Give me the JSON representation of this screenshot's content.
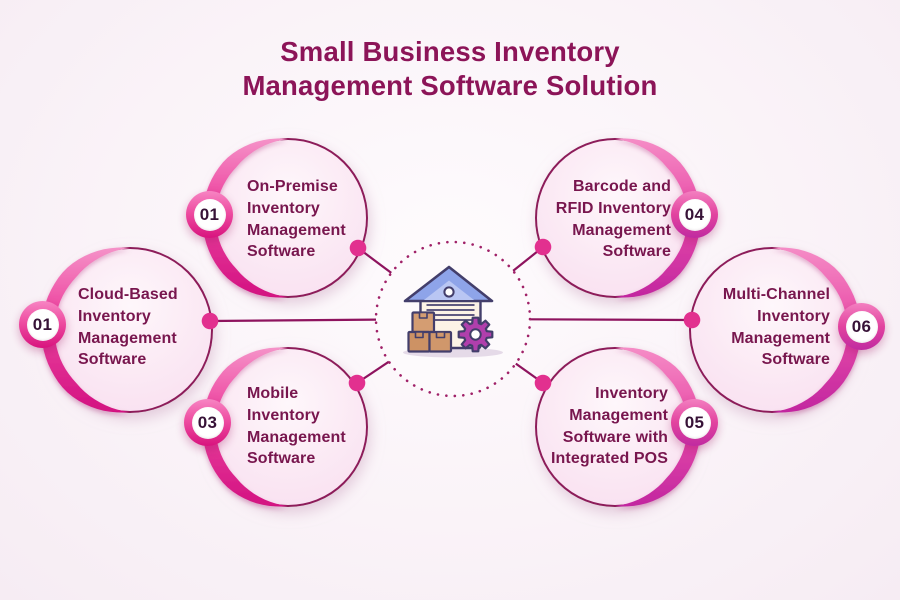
{
  "title": {
    "line1": "Small Business Inventory",
    "line2": "Management Software Solution",
    "full": "Small Business Inventory Management Software Solution"
  },
  "center": {
    "icon": "warehouse-with-boxes-and-gear-icon"
  },
  "nodes": [
    {
      "id": "on-premise",
      "number": "01",
      "label": "On-Premise Inventory Management Software",
      "lines": [
        "On-Premise",
        "Inventory",
        "Management",
        "Software"
      ]
    },
    {
      "id": "cloud-based",
      "number": "01",
      "label": "Cloud-Based Inventory Management Software",
      "lines": [
        "Cloud-Based",
        "Inventory",
        "Management",
        "Software"
      ]
    },
    {
      "id": "mobile",
      "number": "03",
      "label": "Mobile Inventory Management Software",
      "lines": [
        "Mobile",
        "Inventory",
        "Management",
        "Software"
      ]
    },
    {
      "id": "barcode-rfid",
      "number": "04",
      "label": "Barcode and RFID Inventory Management Software",
      "lines": [
        "Barcode and",
        "RFID Inventory",
        "Management",
        "Software"
      ]
    },
    {
      "id": "integrated-pos",
      "number": "05",
      "label": "Inventory Management Software with Integrated POS",
      "lines": [
        "Inventory",
        "Management",
        "Software with",
        "Integrated POS"
      ]
    },
    {
      "id": "multi-channel",
      "number": "06",
      "label": "Multi-Channel Inventory Management Software",
      "lines": [
        "Multi-Channel",
        "Inventory",
        "Management",
        "Software"
      ]
    }
  ],
  "colors": {
    "title_text": "#8c1458",
    "node_text": "#78164e",
    "arc_pink_light": "#f592c8",
    "arc_pink": "#ee4da4",
    "arc_deep_pink": "#d31181",
    "arc_purple": "#c226a0",
    "thin_ring": "#8d1a5a",
    "connector_line": "#8e135e",
    "connector_dot": "#e2308f",
    "badge_number": "#371237",
    "icon_roof_blue": "#8ea4e9",
    "icon_box_tan": "#d0976b",
    "icon_gear_magenta": "#b13fac",
    "background": "#faf4f8"
  }
}
